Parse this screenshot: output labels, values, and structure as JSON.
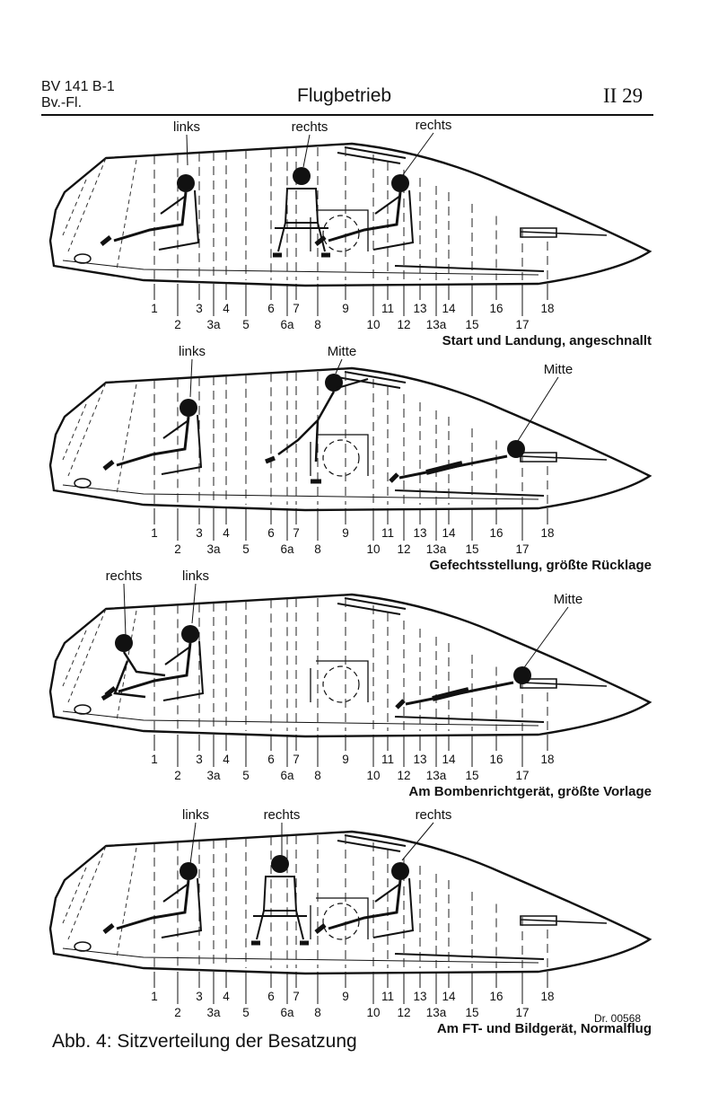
{
  "header": {
    "model": "BV 141 B-1",
    "doc": "Bv.-Fl.",
    "title": "Flugbetrieb",
    "page": "II 29"
  },
  "frames": [
    {
      "label": "1",
      "row": 0
    },
    {
      "label": "2",
      "row": 1
    },
    {
      "label": "3",
      "row": 0
    },
    {
      "label": "3a",
      "row": 1
    },
    {
      "label": "4",
      "row": 0
    },
    {
      "label": "5",
      "row": 1
    },
    {
      "label": "6",
      "row": 0
    },
    {
      "label": "6a",
      "row": 1
    },
    {
      "label": "7",
      "row": 0
    },
    {
      "label": "8",
      "row": 1
    },
    {
      "label": "9",
      "row": 0
    },
    {
      "label": "10",
      "row": 1
    },
    {
      "label": "11",
      "row": 0
    },
    {
      "label": "12",
      "row": 1
    },
    {
      "label": "13",
      "row": 0
    },
    {
      "label": "13a",
      "row": 1
    },
    {
      "label": "14",
      "row": 0
    },
    {
      "label": "15",
      "row": 1
    },
    {
      "label": "16",
      "row": 0
    },
    {
      "label": "17",
      "row": 1
    },
    {
      "label": "18",
      "row": 0
    }
  ],
  "panels": [
    {
      "caption": "Start und Landung, angeschnallt",
      "crew": [
        {
          "label": "links",
          "pose": "seated"
        },
        {
          "label": "rechts",
          "pose": "seated-front"
        },
        {
          "label": "rechts",
          "pose": "seated"
        }
      ]
    },
    {
      "caption": "Gefechtsstellung, größte Rücklage",
      "crew": [
        {
          "label": "links",
          "pose": "reclined"
        },
        {
          "label": "Mitte",
          "pose": "kneeling"
        },
        {
          "label": "Mitte",
          "pose": "prone"
        }
      ]
    },
    {
      "caption": "Am Bombenrichtgerät, größte Vorlage",
      "crew": [
        {
          "label": "rechts",
          "pose": "crouched"
        },
        {
          "label": "links",
          "pose": "reclined"
        },
        {
          "label": "Mitte",
          "pose": "prone"
        }
      ]
    },
    {
      "caption": "Am FT- und Bildgerät, Normalflug",
      "crew": [
        {
          "label": "links",
          "pose": "seated"
        },
        {
          "label": "rechts",
          "pose": "seated-front"
        },
        {
          "label": "rechts",
          "pose": "seated"
        }
      ]
    }
  ],
  "figure_caption": "Abb. 4: Sitzverteilung der Besatzung",
  "drawing_number": "Dr. 00568"
}
